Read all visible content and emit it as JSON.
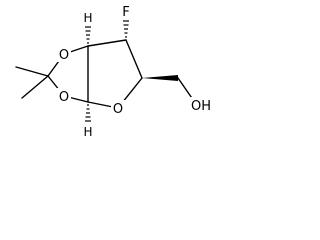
{
  "molecule": {
    "atoms": {
      "fluorine": "F",
      "ring_oxygen_top": "O",
      "ring_oxygen_bottom": "O",
      "furanose_oxygen": "O",
      "hydroxyl": "OH",
      "stereo_h_upper": "H",
      "stereo_h_lower": "H"
    }
  }
}
